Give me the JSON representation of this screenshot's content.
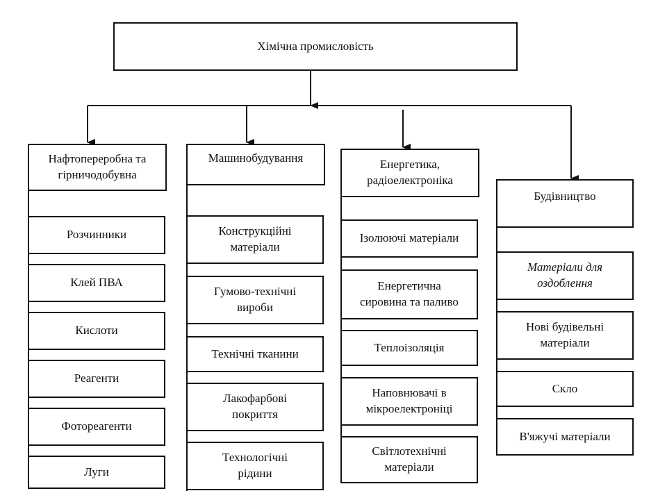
{
  "root": {
    "label": "Хімічна промисловість"
  },
  "columns": [
    {
      "header": "Нафтопереробна та\nгірничодобувна",
      "items": [
        "Розчинники",
        "Клей ПВА",
        "Кислоти",
        "Реагенти",
        "Фотореагенти",
        "Луги"
      ]
    },
    {
      "header": "Машинобудування",
      "items": [
        "Конструкційні\nматеріали",
        "Гумово-технічні\nвироби",
        "Технічні тканини",
        "Лакофарбові\nпокриття",
        "Технологічні\nрідини"
      ]
    },
    {
      "header": "Енергетика,\nрадіоелектроніка",
      "items": [
        "Ізолюючі матеріали",
        "Енергетична\nсировина та паливо",
        "Теплоізоляція",
        "Наповнювачі в\nмікроелектроніці",
        "Світлотехнічні\nматеріали"
      ]
    },
    {
      "header": "Будівництво",
      "items": [
        "Матеріали для\nоздоблення",
        "Нові будівельні\nматеріали",
        "Скло",
        "В'яжучі матеріали"
      ]
    }
  ]
}
